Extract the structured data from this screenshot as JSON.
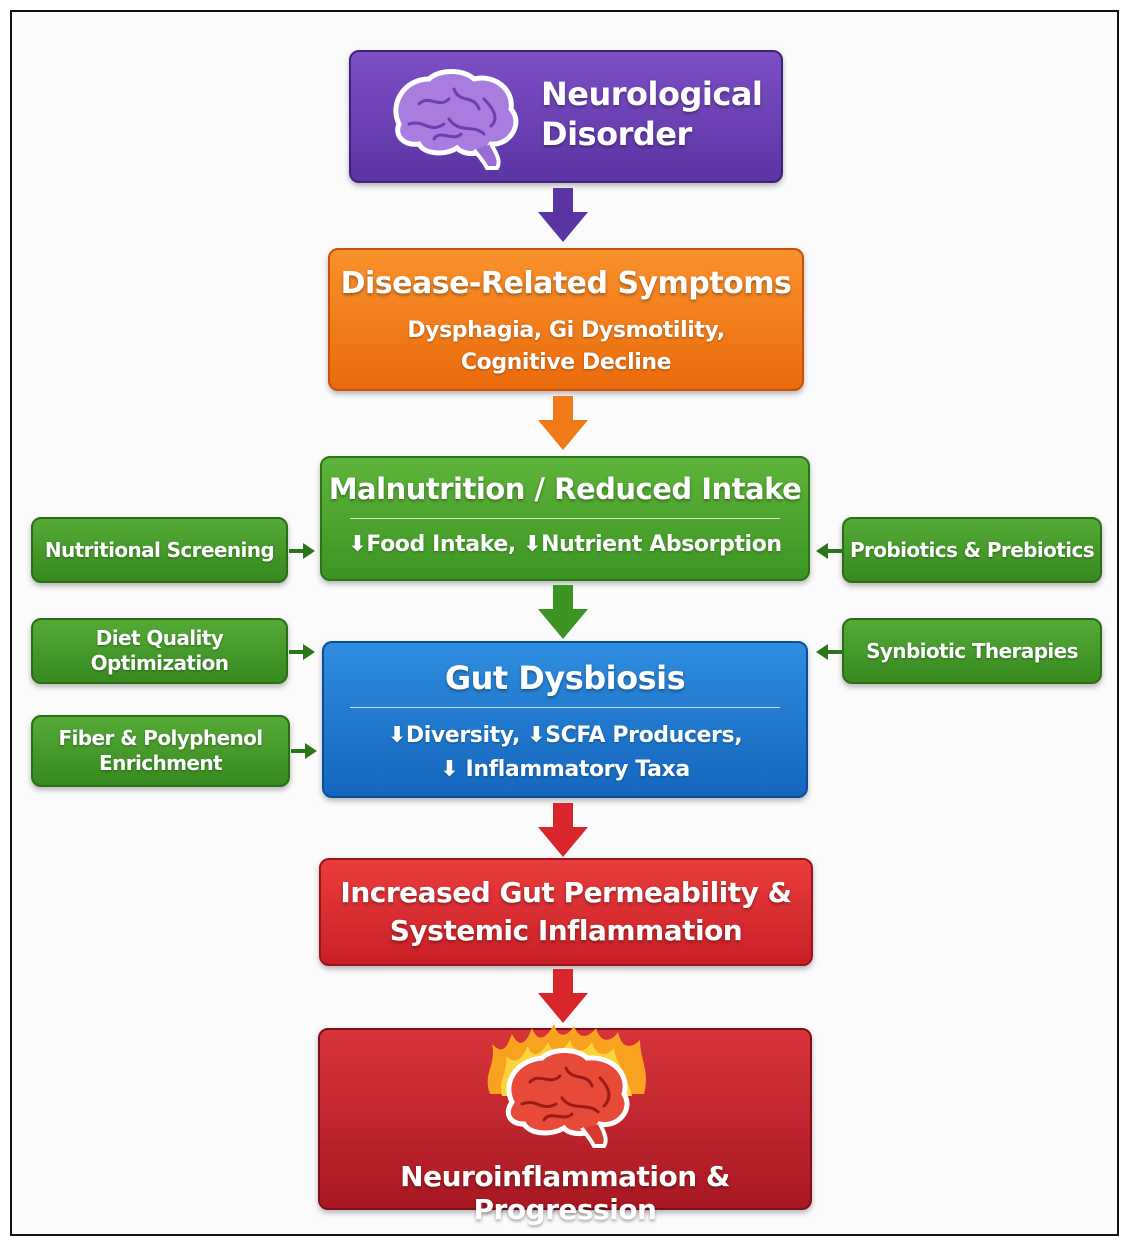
{
  "nodes": {
    "neurological": {
      "line1": "Neurological",
      "line2": "Disorder"
    },
    "symptoms": {
      "title": "Disease-Related Symptoms",
      "detail1": "Dysphagia, Gi Dysmotility,",
      "detail2": "Cognitive Decline"
    },
    "malnutrition": {
      "title": "Malnutrition / Reduced Intake",
      "detail": "⬇Food Intake, ⬇Nutrient Absorption"
    },
    "dysbiosis": {
      "title": "Gut Dysbiosis",
      "detail1": "⬇Diversity, ⬇SCFA Producers,",
      "detail2": "⬇ Inflammatory Taxa"
    },
    "permeability": {
      "line1": "Increased Gut Permeability &",
      "line2": "Systemic Inflammation"
    },
    "neuroinflammation": {
      "title": "Neuroinflammation & Progression"
    }
  },
  "interventions": {
    "left": [
      {
        "label": "Nutritional Screening"
      },
      {
        "label": "Diet Quality Optimization"
      },
      {
        "line1": "Fiber & Polyphenol",
        "line2": "Enrichment"
      }
    ],
    "right": [
      {
        "label": "Probiotics & Prebiotics"
      },
      {
        "label": "Synbiotic Therapies"
      }
    ]
  },
  "colors": {
    "purple": "#6a40b5",
    "orange": "#f07a18",
    "green": "#46a02b",
    "blue": "#1c77cf",
    "red": "#d8262c",
    "dark_red": "#b8202a"
  },
  "icons": [
    "brain-icon",
    "brain-flames-icon"
  ]
}
